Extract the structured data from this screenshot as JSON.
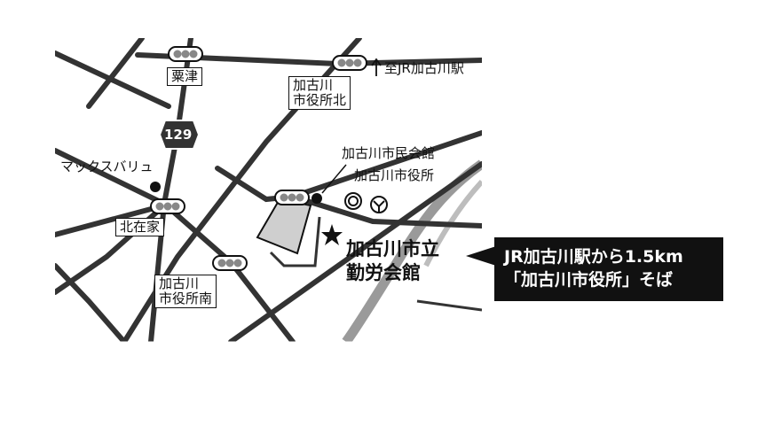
{
  "places": {
    "awazu": "粟津",
    "kitazaike": "北在家",
    "city_office_north": "加古川\n市役所北",
    "city_office_south": "加古川\n市役所南",
    "maxvalu": "マックスバリュ",
    "civic_hall": "加古川市民会館",
    "city_office": "加古川市役所",
    "to_station": "至JR加古川駅"
  },
  "route": {
    "number": "129"
  },
  "venue": {
    "line1": "加古川市立",
    "line2": "勤労会館"
  },
  "callout": {
    "line1": "JR加古川駅から1.5km",
    "line2": "「加古川市役所」そば"
  }
}
